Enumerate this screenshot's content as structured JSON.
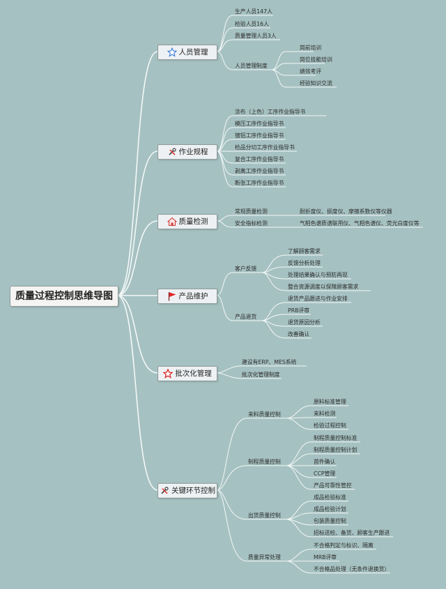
{
  "root": "质量过程控制思维导图",
  "branches": {
    "personnel": {
      "label": "人员管理",
      "icon": "star-outline-icon",
      "items": [
        "生产人员147人",
        "检验人员16人",
        "质量管理人员3人",
        "人员管理制度"
      ],
      "system_items": [
        "岗前培训",
        "岗位技能培训",
        "绩效考评",
        "经验知识交流"
      ]
    },
    "procedures": {
      "label": "作业规程",
      "icon": "tools-icon",
      "items": [
        "涂布（上色）工序作业指导书",
        "模压工序作业指导书",
        "镀铝工序作业指导书",
        "检品分切工序作业指导书",
        "复合工序作业指导书",
        "剥离工序作业指导书",
        "断张工序作业指导书"
      ]
    },
    "inspection": {
      "label": "质量检测",
      "icon": "home-icon",
      "items": [
        "常规质量检测",
        "安全指标检测"
      ],
      "details": [
        "耐折度仪、挺度仪、摩擦系数仪等仪器",
        "气相色谱质谱联用仪、气相色谱仪、荧光白度仪等"
      ]
    },
    "maintenance": {
      "label": "产品维护",
      "icon": "red-flag-icon",
      "items": [
        "客户反馈",
        "产品退货"
      ],
      "feedback": [
        "了解顾客需求",
        "反馈分析处理",
        "处理结果确认与预防再现",
        "整合资源调度以保障顾客需求"
      ],
      "returns": [
        "退货产品跟进与作业安排",
        "PRB评审",
        "退货原因分析",
        "改善确认"
      ]
    },
    "batch": {
      "label": "批次化管理",
      "icon": "red-star-icon",
      "items": [
        "建设有ERP、MES系统",
        "批次化管理制度"
      ]
    },
    "key": {
      "label": "关键环节控制",
      "icon": "tools-icon",
      "items": [
        "来料质量控制",
        "制程质量控制",
        "出货质量控制",
        "质量异常处理"
      ],
      "incoming": [
        "原料标准管理",
        "来料检测",
        "检验过程控制"
      ],
      "process": [
        "制程质量控制标准",
        "制程质量控制计划",
        "首件确认",
        "CCP管理",
        "产品可靠性管控"
      ],
      "shipping": [
        "成品检验标准",
        "成品检验计划",
        "包装质量控制",
        "招标送检、备货、顾客生产跟进"
      ],
      "abnormal": [
        "不合格判定与标识、隔离",
        "MRB评审",
        "不合格品处理（无条件退换货）"
      ]
    }
  },
  "colors": {
    "background": "#a6c1c1",
    "lines": "#f4f8f8",
    "node": "#eef1f3"
  }
}
